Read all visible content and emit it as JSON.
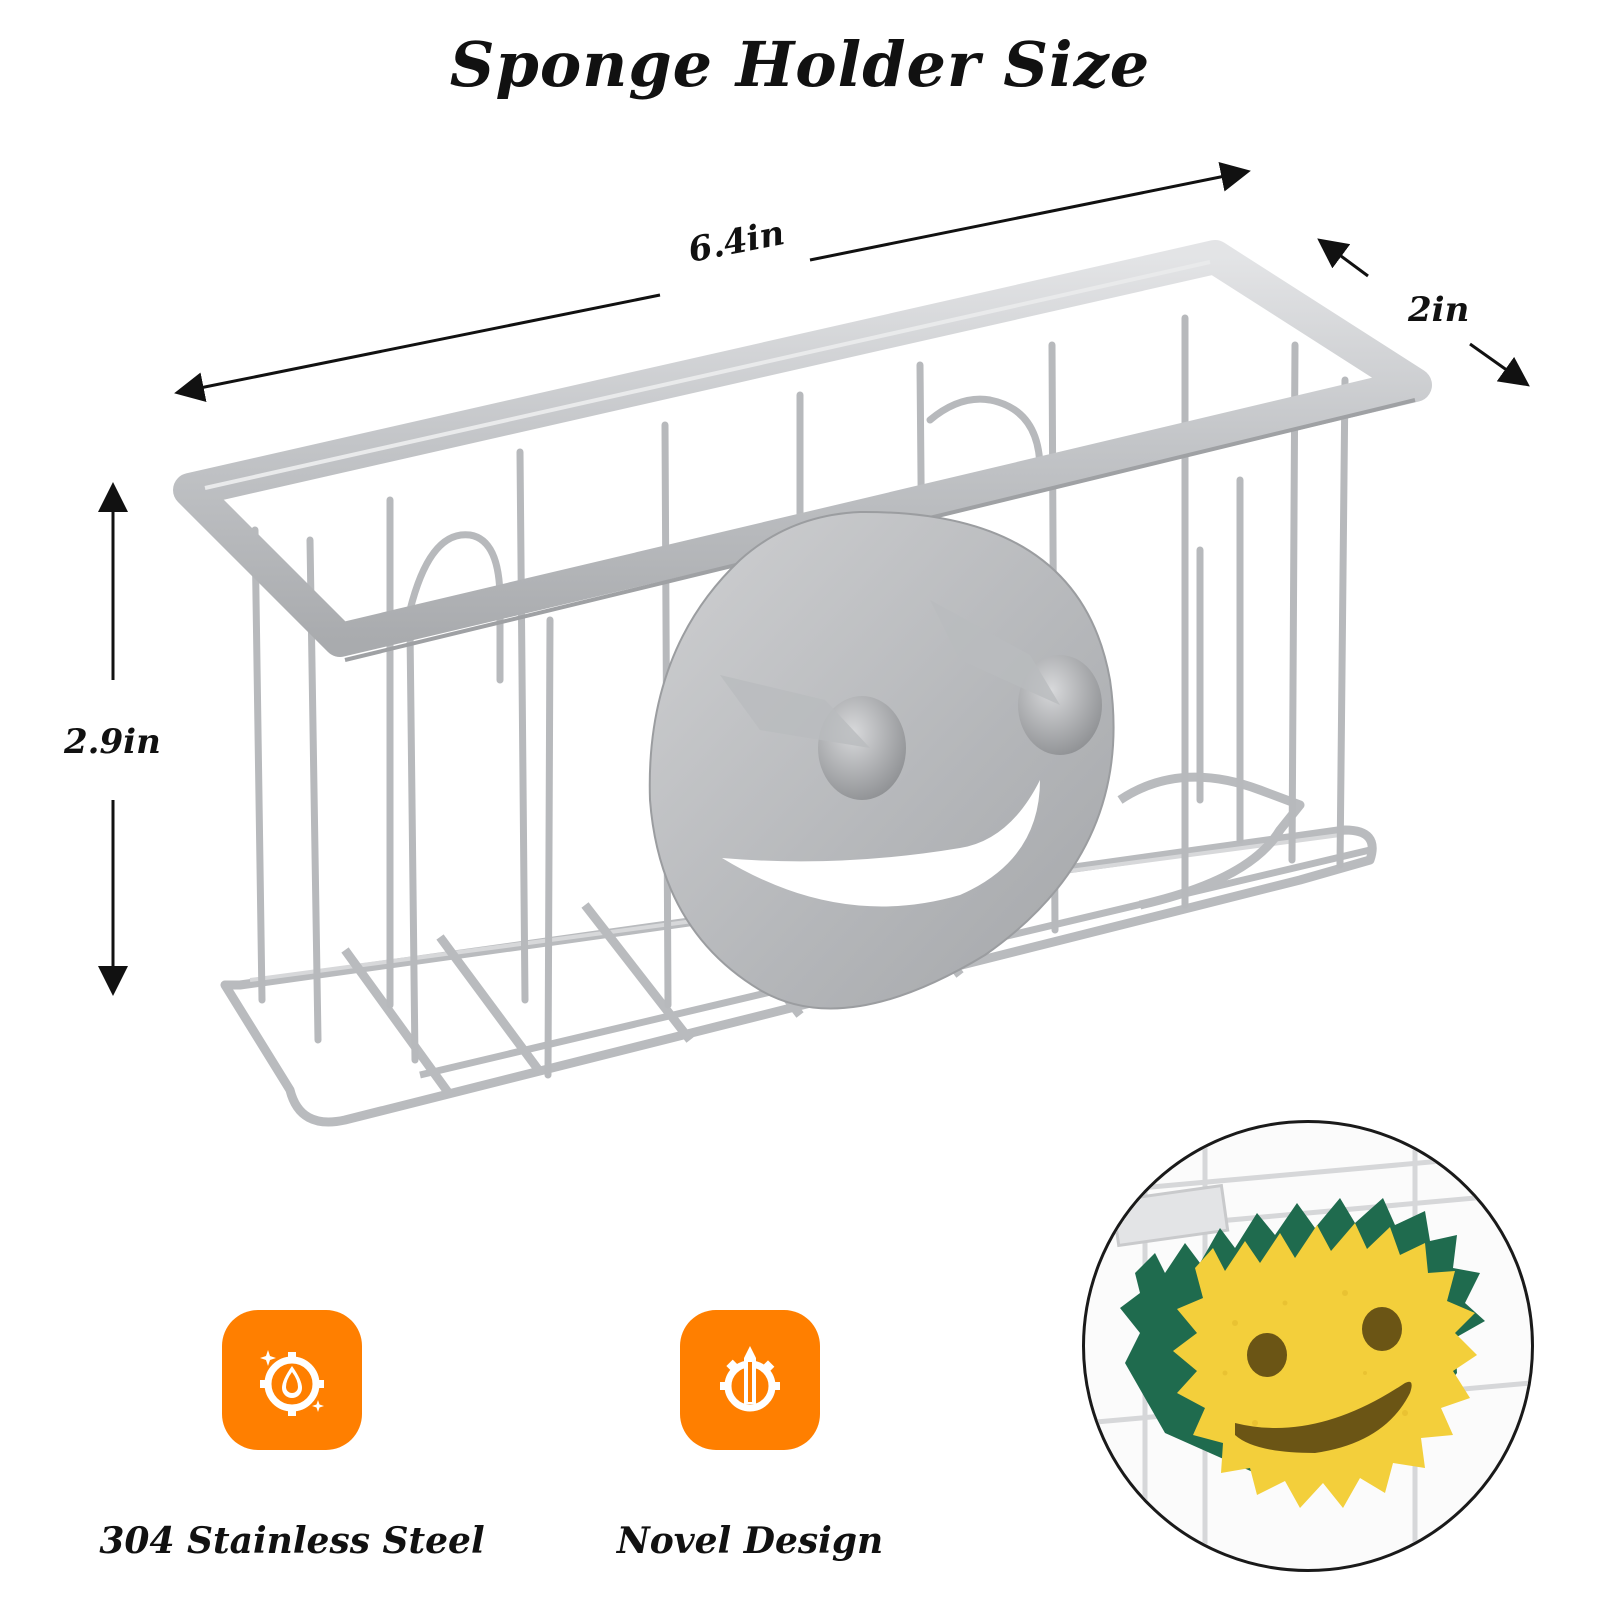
{
  "title": "Sponge Holder Size",
  "dimensions": {
    "width": "6.4in",
    "depth": "2in",
    "height": "2.9in"
  },
  "features": [
    {
      "label": "304 Stainless Steel",
      "icon": "water-drop-gear-icon"
    },
    {
      "label": "Novel Design",
      "icon": "pencil-gear-icon"
    }
  ],
  "colors": {
    "accent": "#ff7f00",
    "steel": "#c4c6c9",
    "sponge_yellow": "#f3cf3b",
    "scrubber_green": "#1f6b4e"
  }
}
